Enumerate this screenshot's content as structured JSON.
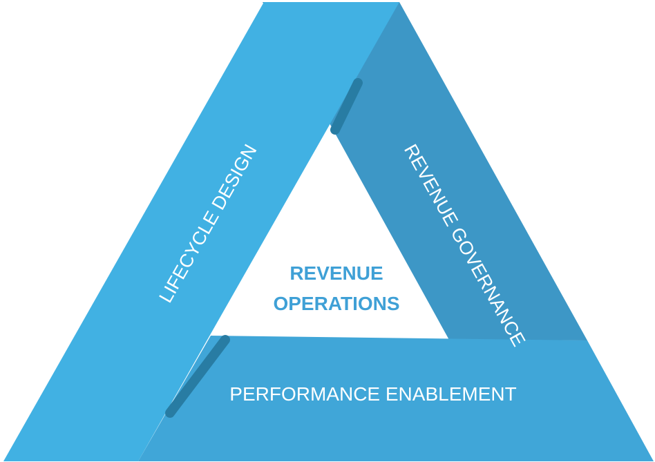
{
  "colors": {
    "left_band": "#41b1e3",
    "right_band": "#3d97c6",
    "bottom_band": "#40a6d8",
    "shadow": "#287ca3",
    "center_text": "#3fa0d6"
  },
  "sides": {
    "left": "LIFECYCLE DESIGN",
    "right": "REVENUE GOVERNANCE",
    "bottom": "PERFORMANCE ENABLEMENT"
  },
  "center": {
    "line1": "REVENUE",
    "line2": "OPERATIONS"
  }
}
